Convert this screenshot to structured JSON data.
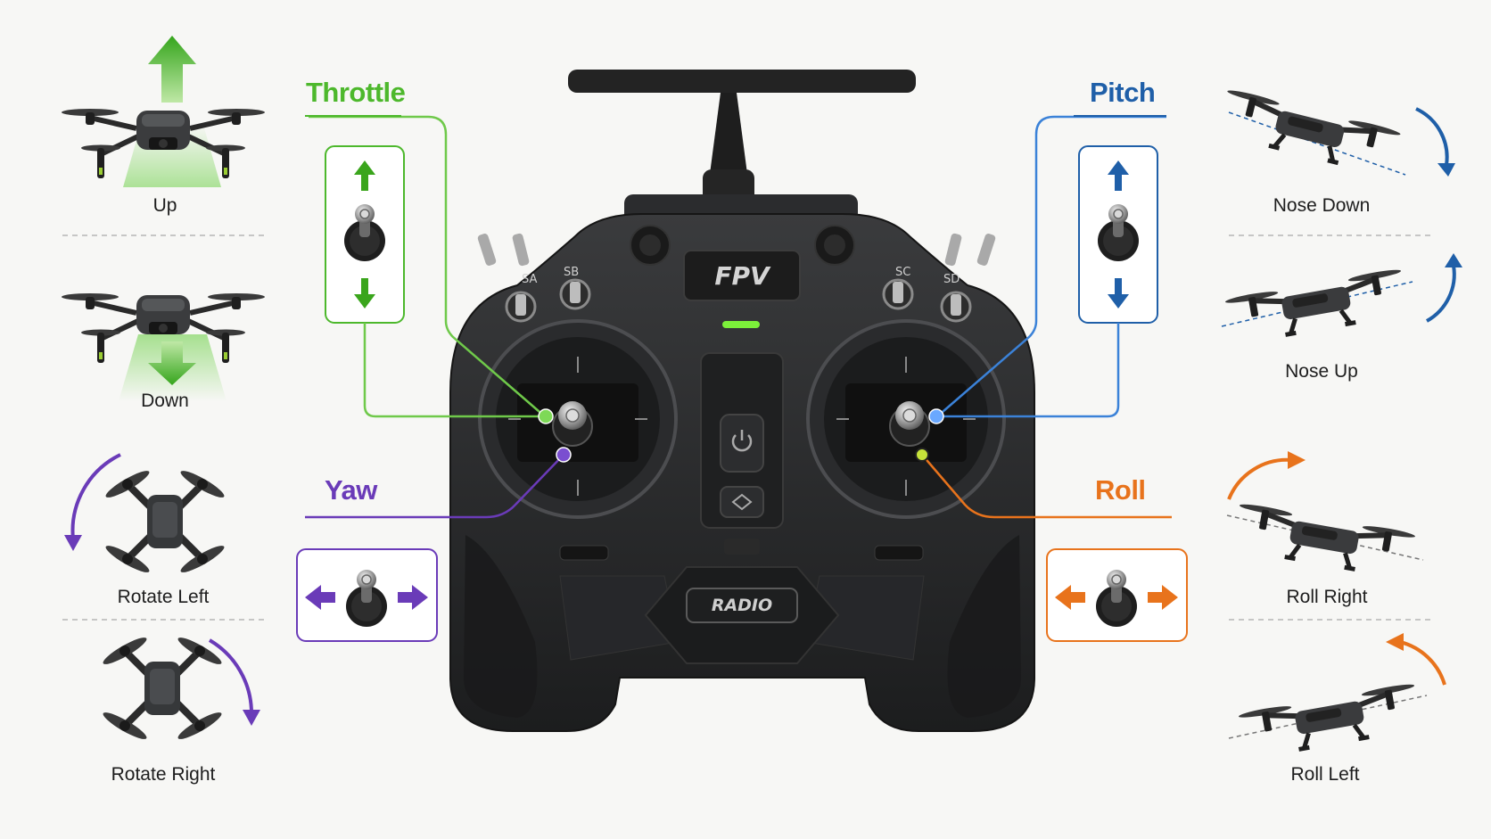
{
  "colors": {
    "throttle": "#4db82c",
    "yaw": "#6a3bb8",
    "pitch": "#1f5fa8",
    "roll": "#e8731c",
    "remote_body": "#242526",
    "background": "#f7f7f5"
  },
  "controls": {
    "throttle": {
      "title": "Throttle",
      "up_label": "Up",
      "down_label": "Down"
    },
    "yaw": {
      "title": "Yaw",
      "left_label": "Rotate Left",
      "right_label": "Rotate Right"
    },
    "pitch": {
      "title": "Pitch",
      "down_label": "Nose Down",
      "up_label": "Nose Up"
    },
    "roll": {
      "title": "Roll",
      "right_label": "Roll Right",
      "left_label": "Roll Left"
    }
  },
  "remote": {
    "brand": "FPV",
    "model": "RADIO",
    "switches": {
      "sa": "SA",
      "sb": "SB",
      "sc": "SC",
      "sd": "SD"
    }
  },
  "icons": {
    "power": "power-icon",
    "return": "return-home-icon",
    "drone": "drone-icon",
    "arrow": "arrow-icon"
  }
}
